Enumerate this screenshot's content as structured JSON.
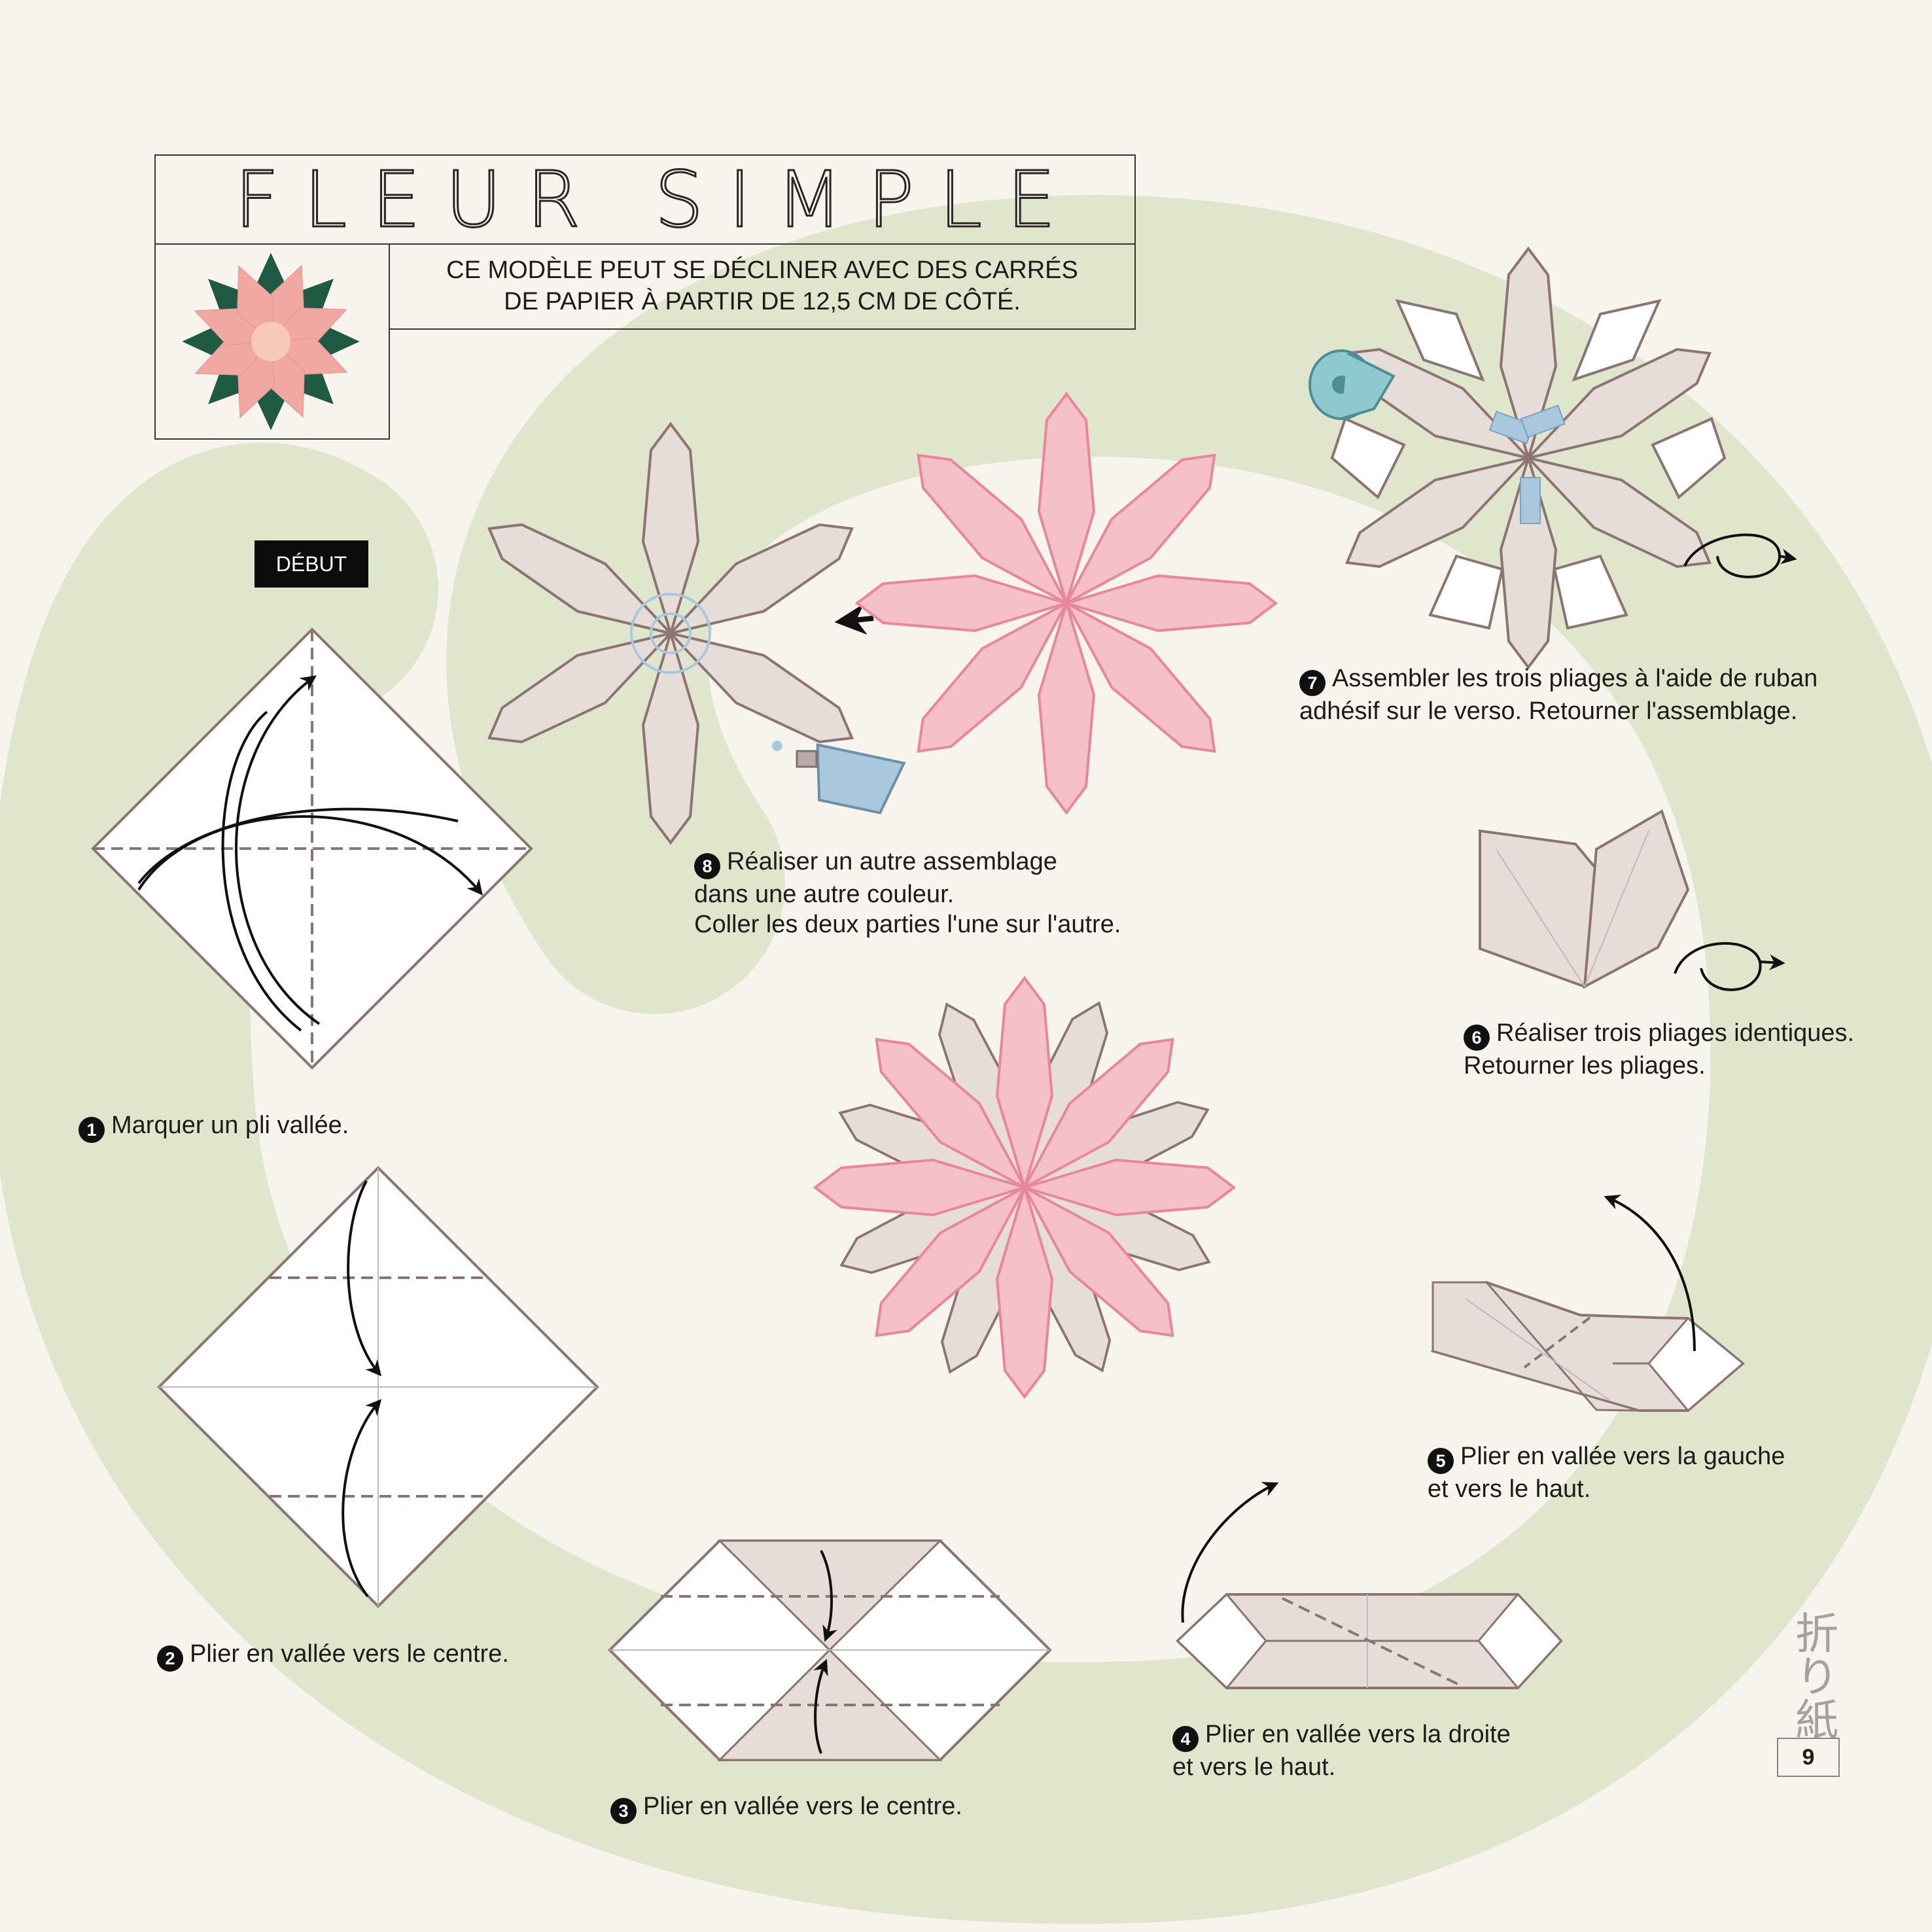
{
  "title": "FLEUR SIMPLE",
  "subtitle": {
    "line1": "CE MODÈLE PEUT SE DÉCLINER AVEC DES CARRÉS",
    "line2": "DE PAPIER À PARTIR DE 12,5 CM DE CÔTÉ."
  },
  "start_label": "DÉBUT",
  "steps": [
    {
      "num": "1",
      "lines": [
        "Marquer un pli vallée."
      ]
    },
    {
      "num": "2",
      "lines": [
        "Plier en vallée vers le centre."
      ]
    },
    {
      "num": "3",
      "lines": [
        "Plier en vallée vers le centre."
      ]
    },
    {
      "num": "4",
      "lines": [
        "Plier en vallée vers la droite",
        "et vers le haut."
      ]
    },
    {
      "num": "5",
      "lines": [
        "Plier en vallée vers la gauche",
        "et vers le haut."
      ]
    },
    {
      "num": "6",
      "lines": [
        "Réaliser trois pliages identiques.",
        "Retourner les pliages."
      ]
    },
    {
      "num": "7",
      "lines": [
        "Assembler les trois pliages à l'aide de ruban",
        "adhésif sur le verso. Retourner l'assemblage."
      ]
    },
    {
      "num": "8",
      "lines": [
        "Réaliser un autre assemblage",
        "dans une autre couleur.",
        "Coller les deux parties l'une sur l'autre."
      ]
    }
  ],
  "side_label": "折り紙",
  "page_number": "9",
  "colors": {
    "background": "#f7f4ee",
    "path_green": "#dfe6cc",
    "paper_taupe": "#e6ddd8",
    "paper_pink": "#f5c0c8",
    "outline_brown": "#8b7472",
    "outline_pink": "#e8879a",
    "tape_blue": "#a9c8dd"
  }
}
